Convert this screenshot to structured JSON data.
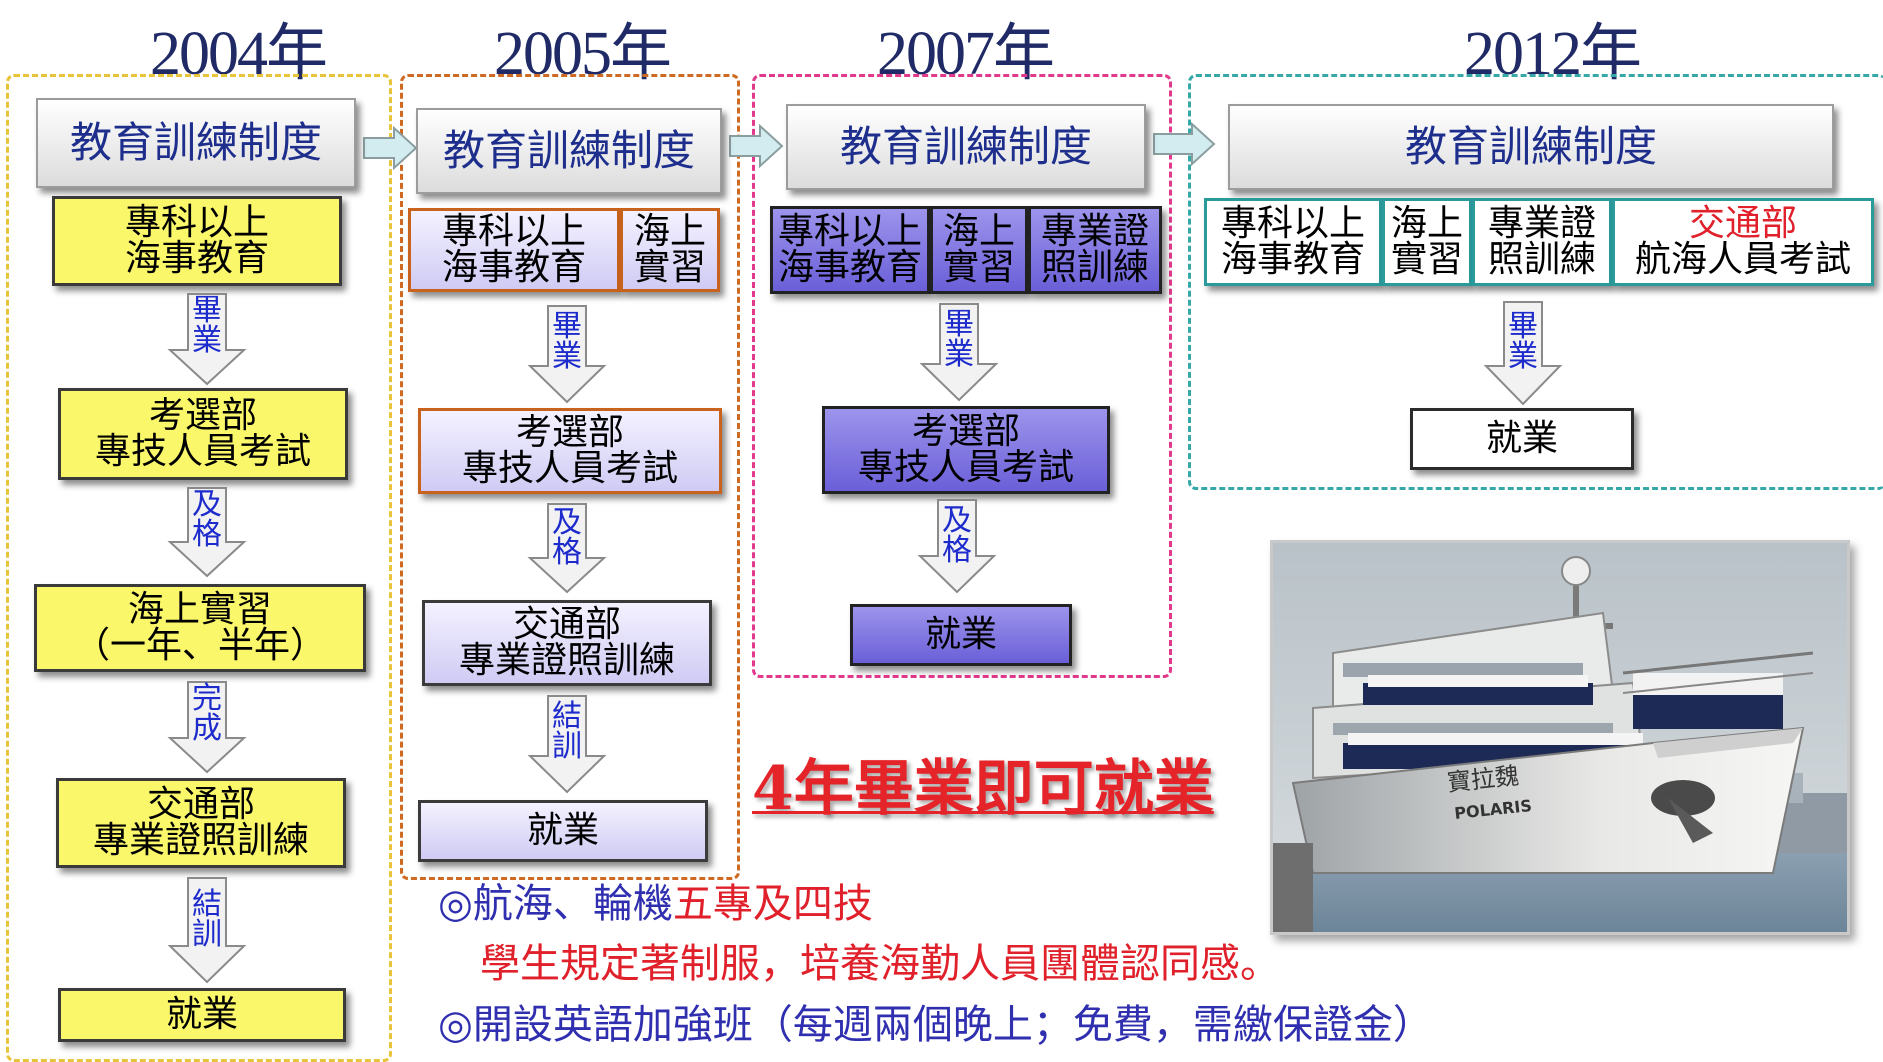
{
  "years": [
    "2004年",
    "2005年",
    "2007年",
    "2012年"
  ],
  "header_label": "教育訓練制度",
  "col2004": {
    "box1": "專科以上\n海事教育",
    "arrow1": "畢\n業",
    "box2": "考選部\n專技人員考試",
    "arrow2": "及\n格",
    "box3": "海上實習\n（一年、半年）",
    "arrow3": "完\n成",
    "box4": "交通部\n專業證照訓練",
    "arrow4": "結\n訓",
    "box5": "就業"
  },
  "col2005": {
    "box1a": "專科以上\n海事教育",
    "box1b": "海上\n實習",
    "arrow1": "畢\n業",
    "box2": "考選部\n專技人員考試",
    "arrow2": "及\n格",
    "box3": "交通部\n專業證照訓練",
    "arrow3": "結\n訓",
    "box4": "就業"
  },
  "col2007": {
    "box1a": "專科以上\n海事教育",
    "box1b": "海上\n實習",
    "box1c": "專業證\n照訓練",
    "arrow1": "畢\n業",
    "box2": "考選部\n專技人員考試",
    "arrow2": "及\n格",
    "box3": "就業"
  },
  "col2012": {
    "box1a": "專科以上\n海事教育",
    "box1b": "海上\n實習",
    "box1c": "專業證\n照訓練",
    "box1d_line1": "交通部",
    "box1d_line2": "航海人員考試",
    "arrow1": "畢\n業",
    "box2": "就業"
  },
  "slogan": "4年畢業即可就業",
  "notes": {
    "line1_prefix": "◎航海、輪機",
    "line1_red": "五專及四技",
    "line2": "學生規定著制服，培養海勤人員團體認同感。",
    "line3": "◎開設英語加強班（每週兩個晚上；免費，需繳保證金）"
  },
  "photo": {
    "ship_name_cn": "寶拉魏",
    "ship_name_en": "POLARIS"
  },
  "colors": {
    "frame2004": "#e8c43a",
    "frame2005": "#cf6a22",
    "frame2007": "#e3398c",
    "frame2012": "#37a8a8",
    "arrow_fill": "#f2f2f2",
    "arrow_stroke": "#8a8a8a",
    "harrow_fill": "#d3ecef"
  }
}
